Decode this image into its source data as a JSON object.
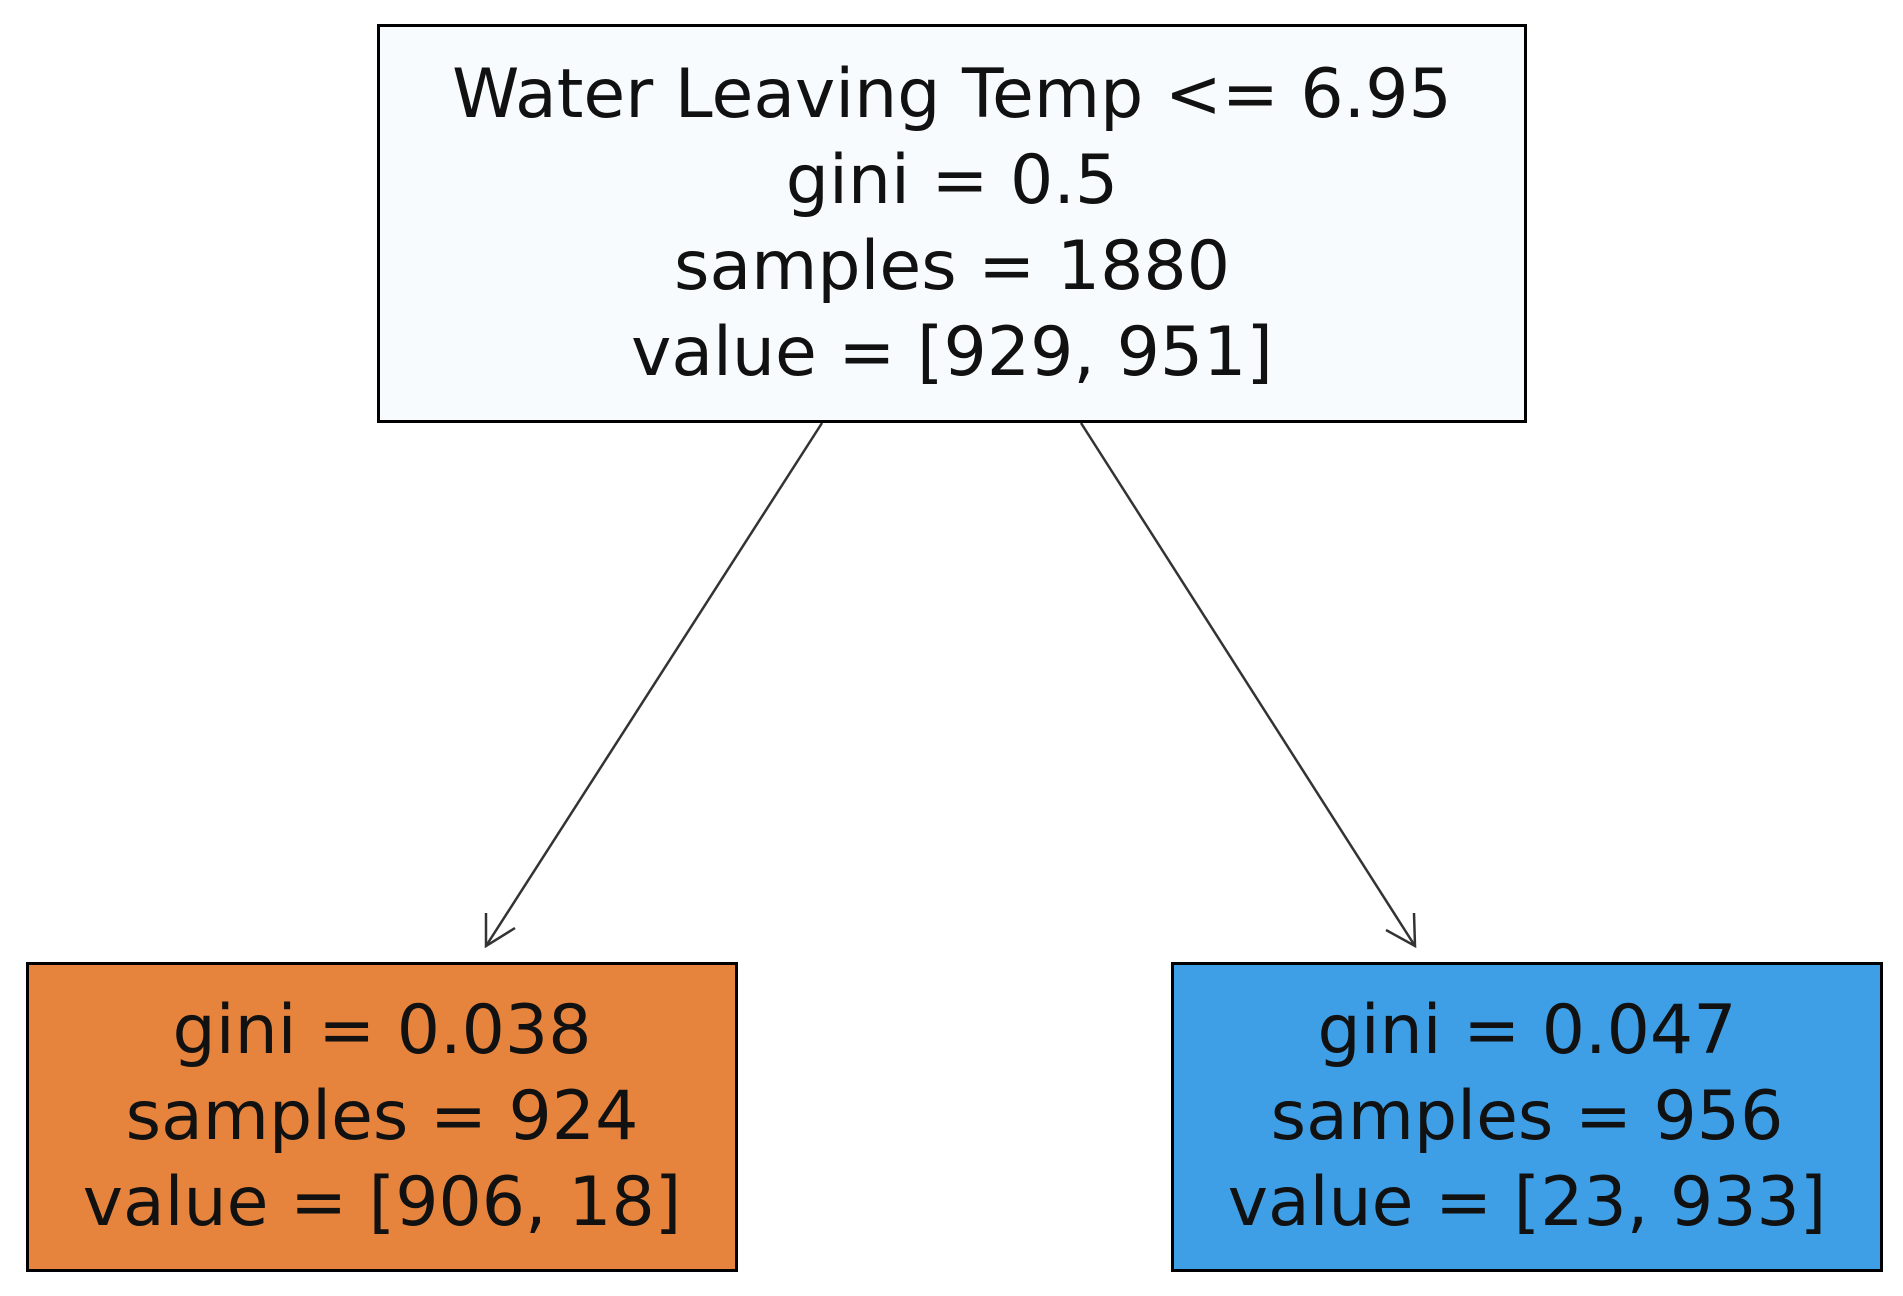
{
  "tree": {
    "root": {
      "split": "Water Leaving Temp <= 6.95",
      "gini": "gini = 0.5",
      "samples": "samples = 1880",
      "value": "value = [929, 951]",
      "fill_color": "#f7fbfe"
    },
    "left": {
      "gini": "gini = 0.038",
      "samples": "samples = 924",
      "value": "value = [906, 18]",
      "fill_color": "#e6843e"
    },
    "right": {
      "gini": "gini = 0.047",
      "samples": "samples = 956",
      "value": "value = [23, 933]",
      "fill_color": "#3e9fe6"
    }
  }
}
